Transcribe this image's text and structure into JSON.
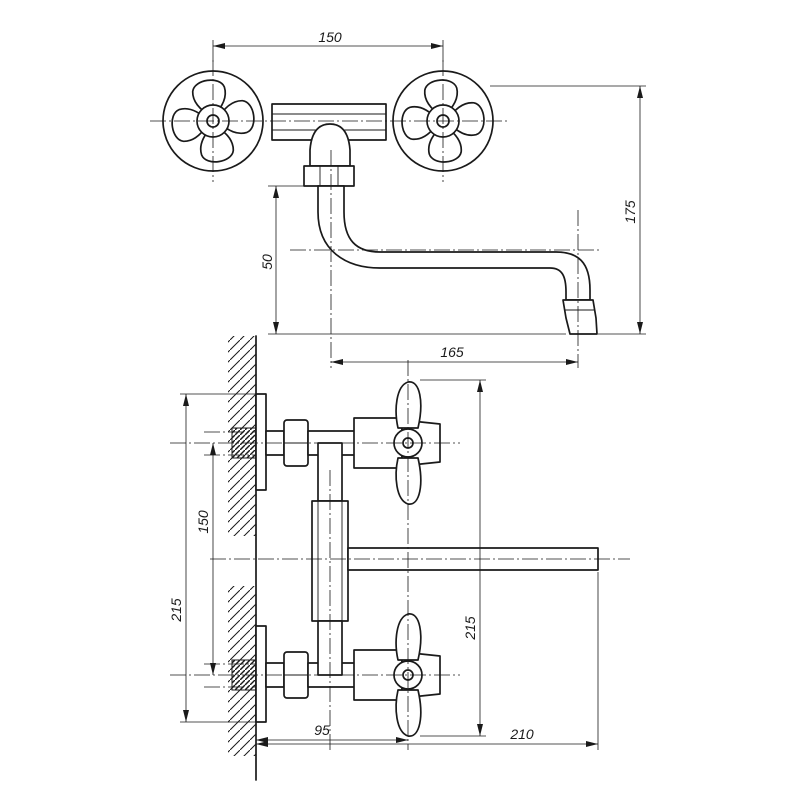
{
  "dimensions": {
    "top_width": "150",
    "top_height": "175",
    "spout_drop": "50",
    "spout_reach": "165",
    "side_inner_spacing": "150",
    "side_total_left": "215",
    "side_total_right": "215",
    "wall_offset": "95",
    "spout_length": "210"
  }
}
